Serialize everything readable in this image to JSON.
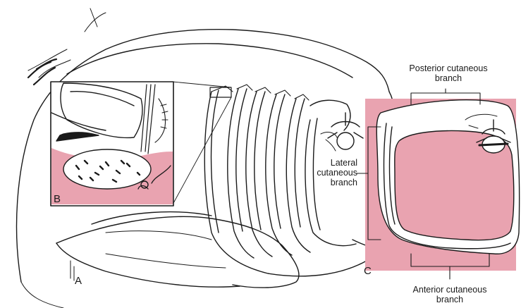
{
  "figure": {
    "panels": {
      "a": "A",
      "b": "B",
      "c": "C"
    },
    "labels": {
      "posterior_line1": "Posterior cutaneous",
      "posterior_line2": "branch",
      "lateral_line1": "Lateral",
      "lateral_line2": "cutaneous",
      "lateral_line3": "branch",
      "anterior_line1": "Anterior cutaneous",
      "anterior_line2": "branch"
    },
    "colors": {
      "pink": "#e9a3b0",
      "ink": "#1a1a1a",
      "background": "#ffffff"
    }
  }
}
